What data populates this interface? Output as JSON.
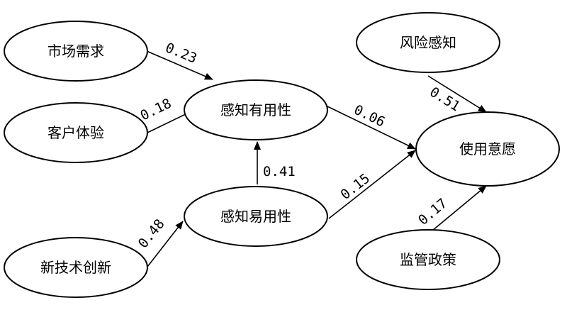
{
  "nodes": {
    "market_demand": "市场需求",
    "customer_experience": "客户体验",
    "tech_innovation": "新技术创新",
    "perceived_usefulness": "感知有用性",
    "perceived_ease": "感知易用性",
    "risk_perception": "风险感知",
    "usage_intention": "使用意愿",
    "regulatory_policy": "监管政策"
  },
  "edges": {
    "market_to_useful": "0.23",
    "customer_to_useful": "0.18",
    "innovation_to_ease": "0.48",
    "ease_to_useful": "0.41",
    "useful_to_intention": "0.06",
    "ease_to_intention": "0.15",
    "risk_to_intention": "0.51",
    "policy_to_intention": "0.17"
  }
}
